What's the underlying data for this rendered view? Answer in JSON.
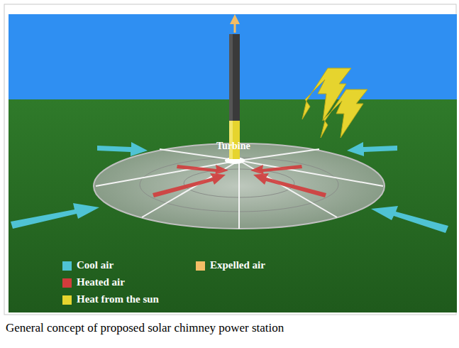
{
  "diagram": {
    "caption": "General concept of proposed solar chimney power station",
    "labels": [
      "Turbine"
    ],
    "legend": [
      {
        "text": "Cool air",
        "color": "#4fc3d4"
      },
      {
        "text": "Expelled air",
        "color": "#f3bd66"
      },
      {
        "text": "Heated air",
        "color": "#d23c3c"
      },
      {
        "text": "Heat from the sun",
        "color": "#e6d42e"
      }
    ]
  }
}
